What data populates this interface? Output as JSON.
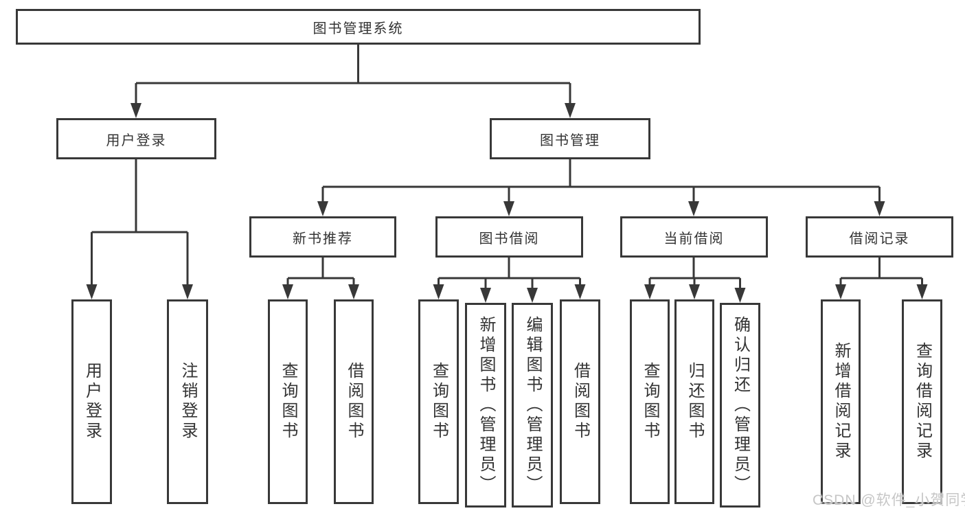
{
  "diagram": {
    "type": "hierarchy-tree",
    "colors": {
      "line": "#383838",
      "box_border": "#383838",
      "text": "#333333",
      "background": "#ffffff",
      "watermark_text": "#c6c6c6"
    },
    "watermark": "CSDN @软件_小贺同学",
    "tree": {
      "label": "图书管理系统",
      "children": [
        {
          "label": "用户登录",
          "children": [
            {
              "label": "用户登录"
            },
            {
              "label": "注销登录"
            }
          ]
        },
        {
          "label": "图书管理",
          "children": [
            {
              "label": "新书推荐",
              "children": [
                {
                  "label": "查询图书"
                },
                {
                  "label": "借阅图书"
                }
              ]
            },
            {
              "label": "图书借阅",
              "children": [
                {
                  "label": "查询图书"
                },
                {
                  "label": "新增图书（管理员）"
                },
                {
                  "label": "编辑图书（管理员）"
                },
                {
                  "label": "借阅图书"
                }
              ]
            },
            {
              "label": "当前借阅",
              "children": [
                {
                  "label": "查询图书"
                },
                {
                  "label": "归还图书"
                },
                {
                  "label": "确认归还（管理员）"
                }
              ]
            },
            {
              "label": "借阅记录",
              "children": [
                {
                  "label": "新增借阅记录"
                },
                {
                  "label": "查询借阅记录"
                }
              ]
            }
          ]
        }
      ]
    }
  }
}
